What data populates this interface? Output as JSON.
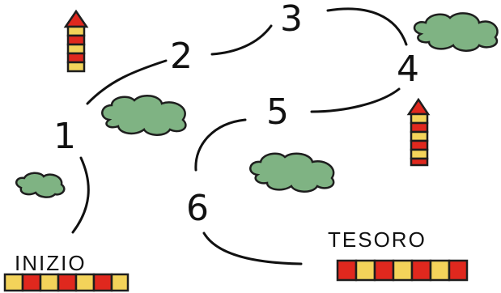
{
  "board": {
    "start_label": "INIZIO",
    "treasure_label": "TESORO",
    "steps": [
      "1",
      "2",
      "3",
      "4",
      "5",
      "6"
    ]
  },
  "colors": {
    "cloud": "#7fb383",
    "tower_red": "#e0281e",
    "tower_yellow": "#f3d35a",
    "line": "#111111"
  },
  "icons": [
    "cloud-icon",
    "tower-icon",
    "start-bar",
    "treasure-bar"
  ]
}
